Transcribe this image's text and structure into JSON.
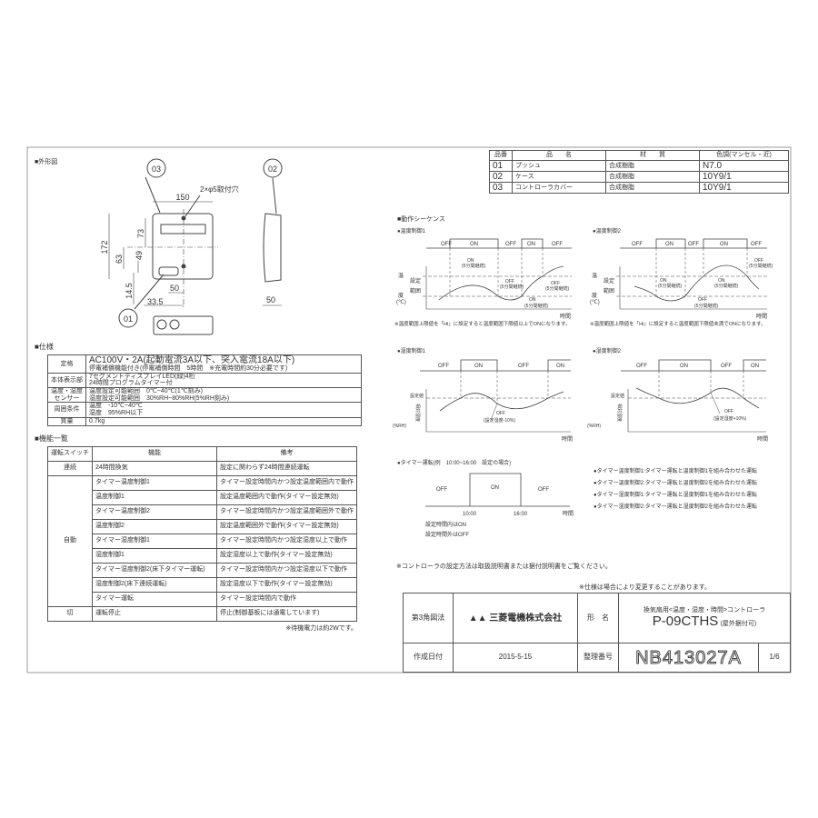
{
  "sections": {
    "outline": "■外形図",
    "spec": "■仕様",
    "functions": "■機能一覧",
    "sequence": "■動作シーケンス"
  },
  "outline": {
    "callouts": [
      "03",
      "02",
      "01"
    ],
    "hole_label": "2×φ5取付穴",
    "dims": [
      "150",
      "172",
      "73",
      "63",
      "49",
      "14.5",
      "50",
      "33.5",
      "50"
    ]
  },
  "parts": {
    "headers": [
      "品番",
      "品　　名",
      "材　　質",
      "色調(マンセル・近)"
    ],
    "rows": [
      [
        "01",
        "プッシュ",
        "合成樹脂",
        "N7.0"
      ],
      [
        "02",
        "ケース",
        "合成樹脂",
        "10Y9/1"
      ],
      [
        "03",
        "コントローラカバー",
        "合成樹脂",
        "10Y9/1"
      ]
    ]
  },
  "spec": {
    "rows": [
      {
        "label": "定格",
        "lines": [
          "AC100V・2A(起動電流3A以下、突入電流18A以下)",
          "停電補償機能付き(停電補償時間　5時間　※充電時間約30分必要です)"
        ]
      },
      {
        "label": "本体表示部",
        "lines": [
          "7セグメントディスプレイLED(緑)4桁",
          "24時間プログラムタイマー付"
        ]
      },
      {
        "label": "温度・湿度センサー",
        "lines": [
          "温度設定可能範囲　0℃~40℃(1℃刻み)",
          "湿度設定可能範囲　30%RH~80%RH(5%RH刻み)"
        ]
      },
      {
        "label": "周囲条件",
        "lines": [
          "温度　-10℃~40℃",
          "湿度　95%RH以下"
        ]
      },
      {
        "label": "質量",
        "lines": [
          "0.7kg"
        ]
      }
    ]
  },
  "functions": {
    "headers": [
      "運転スイッチ",
      "機能",
      "備考"
    ],
    "switches": [
      "連続",
      "自動",
      "切"
    ],
    "rows": [
      [
        "24時間換気",
        "設定に関わらず24時間連続運転"
      ],
      [
        "タイマー温度制御1",
        "タイマー設定時間内かつ設定温度範囲内で動作"
      ],
      [
        "温度制御1",
        "設定温度範囲内で動作(タイマー設定無効)"
      ],
      [
        "タイマー温度制御2",
        "タイマー設定時間内かつ設定温度範囲外で動作"
      ],
      [
        "温度制御2",
        "設定温度範囲外で動作(タイマー設定無効)"
      ],
      [
        "タイマー湿度制御1",
        "タイマー設定時間内かつ設定湿度以上で動作"
      ],
      [
        "湿度制御1",
        "設定湿度以上で動作(タイマー設定無効)"
      ],
      [
        "タイマー湿度制御2(床下タイマー運転)",
        "タイマー設定時間内かつ設定湿度以下で動作"
      ],
      [
        "湿度制御2(床下連続運転)",
        "設定湿度以下で動作(タイマー設定無効)"
      ],
      [
        "タイマー運転",
        "タイマー設定時間内で動作"
      ],
      [
        "運転停止",
        "停止(制御基板には通電しています)"
      ]
    ],
    "note": "※待機電力は約2Wです。"
  },
  "sequence": {
    "temp1": {
      "title": "●温度制御1",
      "states": [
        "OFF",
        "ON",
        "OFF",
        "ON",
        "OFF"
      ],
      "ylabel": [
        "温",
        "度",
        "(℃)"
      ],
      "range": [
        "設定",
        "範囲"
      ],
      "ann": [
        "ON",
        "(5分間継続)",
        "OFF",
        "(5分間継続)",
        "ON",
        "(5分間継続)",
        "OFF",
        "(5分間継続)"
      ],
      "xlabel": "時間",
      "note": "※温度範囲上限値を「Hi」に設定すると温度範囲下限値以上でONになります。"
    },
    "temp2": {
      "title": "●温度制御2",
      "states": [
        "OFF",
        "ON",
        "OFF",
        "ON",
        "OFF"
      ],
      "ylabel": [
        "温",
        "度",
        "(℃)"
      ],
      "range": [
        "設定",
        "範囲"
      ],
      "ann": [
        "ON",
        "(5分間継続)",
        "OFF",
        "(5分間継続)",
        "ON",
        "(5分間継続)",
        "OFF",
        "(5分間継続)"
      ],
      "xlabel": "時間",
      "note": "※温度範囲上限値を「Hi」に設定すると温度範囲下限値未満でONになります。"
    },
    "hum1": {
      "title": "●湿度制御1",
      "states": [
        "OFF",
        "ON",
        "OFF",
        "ON"
      ],
      "ylabel": "相対湿度",
      "unit": "(%RH)",
      "set": "設定値",
      "ann": [
        "OFF",
        "(設定湿度-10%)"
      ],
      "xlabel": "時間"
    },
    "hum2": {
      "title": "●湿度制御2",
      "states": [
        "OFF",
        "ON",
        "OFF",
        "ON"
      ],
      "ylabel": "相対湿度",
      "unit": "(%RH)",
      "set": "設定値",
      "ann": [
        "OFF",
        "(設定湿度+10%)"
      ],
      "xlabel": "時間"
    },
    "timer": {
      "title": "●タイマー運転(例　10:00~16:00　設定の場合)",
      "states": [
        "OFF",
        "ON",
        "OFF"
      ],
      "ticks": [
        "10:00",
        "16:00"
      ],
      "xlabel": "時間",
      "notes": [
        "設定時間内はON",
        "設定時間外はOFF"
      ]
    },
    "combos": [
      "●タイマー温度制御1:タイマー運転と温度制御1を組み合わせた運転",
      "●タイマー温度制御2:タイマー運転と温度制御2を組み合わせた運転",
      "●タイマー湿度制御1:タイマー運転と湿度制御1を組み合わせた運転",
      "●タイマー湿度制御2:タイマー運転と湿度制御2を組み合わせた運転"
    ],
    "note1": "※コントローラの設定方法は取扱説明書または据付説明書をご覧ください。",
    "note2": "※仕様は場合により変更することがあります。"
  },
  "title_block": {
    "projection": "第3角図法",
    "company": "三菱電機株式会社",
    "model_label": "形　名",
    "product": "換気扇用<温度・湿度・時間>コントローラ",
    "model": "P-09CTHS",
    "model_note": "(屋外据付可)",
    "date_label": "作成日付",
    "date": "2015-5-15",
    "number_label": "整理番号",
    "number": "NB413027A",
    "sheet": "1/6"
  }
}
